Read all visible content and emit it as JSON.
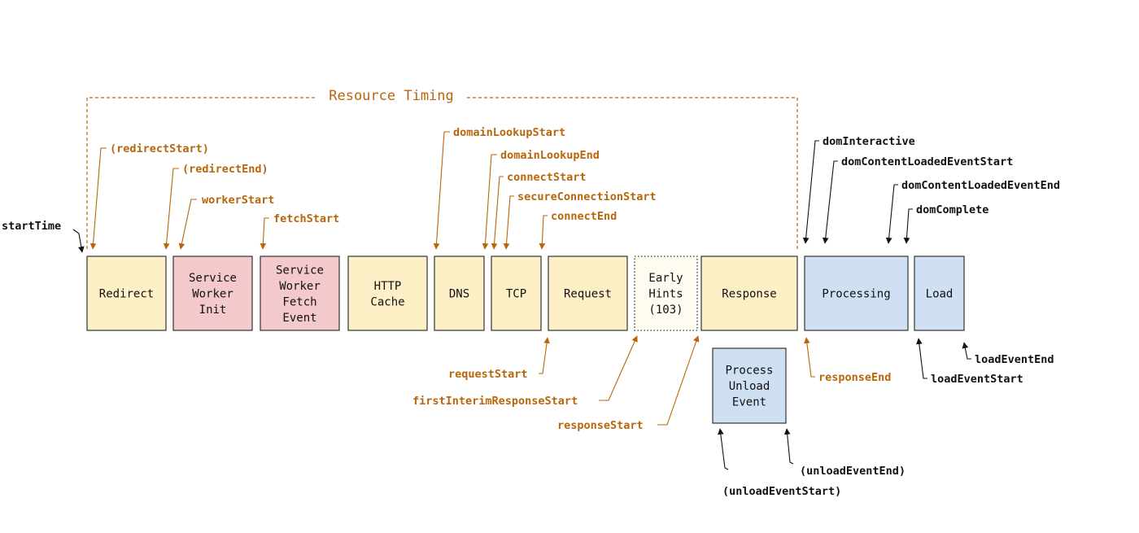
{
  "colors": {
    "timing": "#b8660b",
    "dark": "#111111",
    "yellow_fill": "#fdf0c7",
    "pink_fill": "#f4c9cc",
    "blue_fill": "#cfe0f3",
    "hints_fill": "#fefbf0",
    "stroke": "#333333"
  },
  "bracket": {
    "title": "Resource Timing"
  },
  "boxes": [
    {
      "id": "redirect",
      "lines": [
        "Redirect"
      ],
      "fill": "yellow"
    },
    {
      "id": "sw-init",
      "lines": [
        "Service",
        "Worker",
        "Init"
      ],
      "fill": "pink"
    },
    {
      "id": "sw-fetch",
      "lines": [
        "Service",
        "Worker",
        "Fetch",
        "Event"
      ],
      "fill": "pink"
    },
    {
      "id": "http-cache",
      "lines": [
        "HTTP",
        "Cache"
      ],
      "fill": "yellow"
    },
    {
      "id": "dns",
      "lines": [
        "DNS"
      ],
      "fill": "yellow"
    },
    {
      "id": "tcp",
      "lines": [
        "TCP"
      ],
      "fill": "yellow"
    },
    {
      "id": "request",
      "lines": [
        "Request"
      ],
      "fill": "yellow"
    },
    {
      "id": "early-hints",
      "lines": [
        "Early",
        "Hints",
        "(103)"
      ],
      "fill": "hints",
      "dotted": true
    },
    {
      "id": "response",
      "lines": [
        "Response"
      ],
      "fill": "yellow"
    },
    {
      "id": "processing",
      "lines": [
        "Processing"
      ],
      "fill": "blue"
    },
    {
      "id": "load",
      "lines": [
        "Load"
      ],
      "fill": "blue"
    },
    {
      "id": "process-unload",
      "lines": [
        "Process",
        "Unload",
        "Event"
      ],
      "fill": "blue"
    }
  ],
  "labels": [
    {
      "id": "startTime",
      "text": "startTime",
      "color": "dark"
    },
    {
      "id": "redirectStart",
      "text": "(redirectStart)",
      "color": "timing"
    },
    {
      "id": "redirectEnd",
      "text": "(redirectEnd)",
      "color": "timing"
    },
    {
      "id": "workerStart",
      "text": "workerStart",
      "color": "timing"
    },
    {
      "id": "fetchStart",
      "text": "fetchStart",
      "color": "timing"
    },
    {
      "id": "domainLookupStart",
      "text": "domainLookupStart",
      "color": "timing"
    },
    {
      "id": "domainLookupEnd",
      "text": "domainLookupEnd",
      "color": "timing"
    },
    {
      "id": "connectStart",
      "text": "connectStart",
      "color": "timing"
    },
    {
      "id": "secureConnectionStart",
      "text": "secureConnectionStart",
      "color": "timing"
    },
    {
      "id": "connectEnd",
      "text": "connectEnd",
      "color": "timing"
    },
    {
      "id": "requestStart",
      "text": "requestStart",
      "color": "timing"
    },
    {
      "id": "firstInterimResponseStart",
      "text": "firstInterimResponseStart",
      "color": "timing"
    },
    {
      "id": "responseStart",
      "text": "responseStart",
      "color": "timing"
    },
    {
      "id": "responseEnd",
      "text": "responseEnd",
      "color": "timing"
    },
    {
      "id": "domInteractive",
      "text": "domInteractive",
      "color": "dark"
    },
    {
      "id": "domContentLoadedEventStart",
      "text": "domContentLoadedEventStart",
      "color": "dark"
    },
    {
      "id": "domContentLoadedEventEnd",
      "text": "domContentLoadedEventEnd",
      "color": "dark"
    },
    {
      "id": "domComplete",
      "text": "domComplete",
      "color": "dark"
    },
    {
      "id": "loadEventStart",
      "text": "loadEventStart",
      "color": "dark"
    },
    {
      "id": "loadEventEnd",
      "text": "loadEventEnd",
      "color": "dark"
    },
    {
      "id": "unloadEventStart",
      "text": "(unloadEventStart)",
      "color": "dark"
    },
    {
      "id": "unloadEventEnd",
      "text": "(unloadEventEnd)",
      "color": "dark"
    }
  ]
}
